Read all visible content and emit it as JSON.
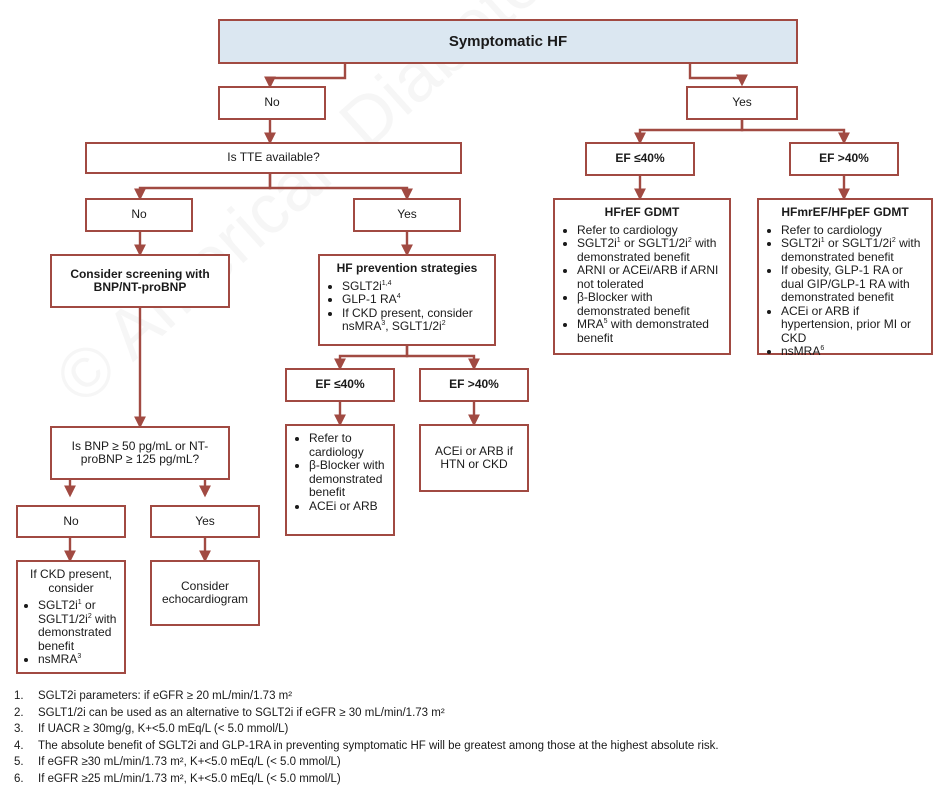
{
  "root": "Symptomatic HF",
  "no_main": "No",
  "yes_main": "Yes",
  "tte_q": "Is TTE available?",
  "tte_no": "No",
  "tte_yes": "Yes",
  "screening": "Consider screening with BNP/NT-proBNP",
  "prevention": {
    "title": "HF prevention strategies",
    "items": [
      {
        "text": "SGLT2i",
        "sup": "1,4"
      },
      {
        "text": "GLP-1 RA",
        "sup": "4"
      },
      {
        "text": "If CKD present, consider nsMRA",
        "sup": "3",
        "tail": ", SGLT1/2i",
        "sup2": "2"
      }
    ]
  },
  "prev_ef_low": "EF ≤40%",
  "prev_ef_high": "EF >40%",
  "prev_low_items": [
    "Refer to cardiology",
    "β-Blocker with demonstrated benefit",
    "ACEi or ARB"
  ],
  "prev_high_text": "ACEi or ARB if HTN or CKD",
  "bnp_q": "Is BNP ≥ 50 pg/mL or NT-proBNP ≥ 125 pg/mL?",
  "bnp_no": "No",
  "bnp_yes": "Yes",
  "ckd": {
    "title": "If CKD present, consider",
    "items": [
      {
        "text": "SGLT2i",
        "sup": "1",
        "tail": " or SGLT1/2i",
        "sup2": "2",
        "tail2": " with demonstrated benefit"
      },
      {
        "text": "nsMRA",
        "sup": "3"
      }
    ]
  },
  "echo": "Consider echocardiogram",
  "ef_low": "EF ≤40%",
  "ef_high": "EF >40%",
  "hfref": {
    "title": "HFrEF GDMT",
    "items": [
      {
        "text": "Refer to cardiology"
      },
      {
        "text": "SGLT2i",
        "sup": "1",
        "tail": " or SGLT1/2i",
        "sup2": "2",
        "tail2": " with demonstrated benefit"
      },
      {
        "text": "ARNI or ACEi/ARB if ARNI not tolerated"
      },
      {
        "text": "β-Blocker with demonstrated benefit"
      },
      {
        "text": "MRA",
        "sup": "5",
        "tail": " with demonstrated benefit"
      }
    ]
  },
  "hfpef": {
    "title": "HFmrEF/HFpEF GDMT",
    "items": [
      {
        "text": "Refer to cardiology"
      },
      {
        "text": "SGLT2i",
        "sup": "1",
        "tail": " or SGLT1/2i",
        "sup2": "2",
        "tail2": " with demonstrated benefit"
      },
      {
        "text": "If obesity, GLP-1 RA or dual GIP/GLP-1 RA with demonstrated benefit"
      },
      {
        "text": "ACEi or ARB if hypertension, prior MI or CKD"
      },
      {
        "text": "nsMRA",
        "sup": "6"
      }
    ]
  },
  "footnotes": [
    {
      "num": "1.",
      "text": "SGLT2i parameters: if eGFR ≥ 20 mL/min/1.73 m²"
    },
    {
      "num": "2.",
      "text": "SGLT1/2i can be used as an alternative to SGLT2i if eGFR ≥ 30 mL/min/1.73 m²"
    },
    {
      "num": "3.",
      "text": "If UACR ≥ 30mg/g, K+<5.0 mEq/L (< 5.0 mmol/L)"
    },
    {
      "num": "4.",
      "text": "The absolute benefit of SGLT2i and GLP-1RA in preventing symptomatic HF will be greatest among those at the highest absolute risk."
    },
    {
      "num": "5.",
      "text": "If eGFR ≥30 mL/min/1.73 m², K+<5.0 mEq/L (< 5.0 mmol/L)"
    },
    {
      "num": "6.",
      "text": "If eGFR ≥25 mL/min/1.73 m², K+<5.0 mEq/L (< 5.0 mmol/L)"
    }
  ],
  "watermark": "© American Diabetes Association",
  "colors": {
    "border": "#a14a42",
    "root_fill": "#dbe7f1"
  }
}
